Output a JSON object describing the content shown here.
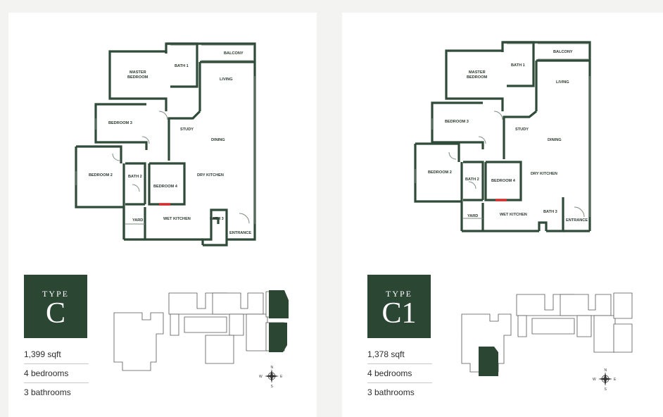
{
  "units": [
    {
      "type_label": "TYPE",
      "type_code": "C",
      "area": "1,399 sqft",
      "bedrooms": "4 bedrooms",
      "bathrooms": "3 bathrooms",
      "rooms": {
        "balcony": "BALCONY",
        "master_bedroom_1": "MASTER",
        "master_bedroom_2": "BEDROOM",
        "bath_1": "BATH 1",
        "living": "LIVING",
        "bedroom_3": "BEDROOM 3",
        "study": "STUDY",
        "dining": "DINING",
        "bedroom_2": "BEDROOM 2",
        "bath_2": "BATH 2",
        "bedroom_4": "BEDROOM 4",
        "dry_kitchen": "DRY KITCHEN",
        "yard": "YARD",
        "wet_kitchen": "WET KITCHEN",
        "bath_3": "BATH 3",
        "entrance": "ENTRANCE"
      },
      "compass": {
        "n": "N",
        "s": "S",
        "e": "E",
        "w": "W"
      }
    },
    {
      "type_label": "TYPE",
      "type_code": "C1",
      "area": "1,378 sqft",
      "bedrooms": "4 bedrooms",
      "bathrooms": "3 bathrooms",
      "rooms": {
        "balcony": "BALCONY",
        "master_bedroom_1": "MASTER",
        "master_bedroom_2": "BEDROOM",
        "bath_1": "BATH 1",
        "living": "LIVING",
        "bedroom_3": "BEDROOM 3",
        "study": "STUDY",
        "dining": "DINING",
        "bedroom_2": "BEDROOM 2",
        "bath_2": "BATH 2",
        "bedroom_4": "BEDROOM 4",
        "dry_kitchen": "DRY KITCHEN",
        "yard": "YARD",
        "wet_kitchen": "WET KITCHEN",
        "bath_3": "BATH 3",
        "entrance": "ENTRANCE"
      },
      "compass": {
        "n": "N",
        "s": "S",
        "e": "E",
        "w": "W"
      }
    }
  ],
  "colors": {
    "brand": "#2b4633",
    "wall": "#2f4a38",
    "highlight": "#d62b2b"
  }
}
